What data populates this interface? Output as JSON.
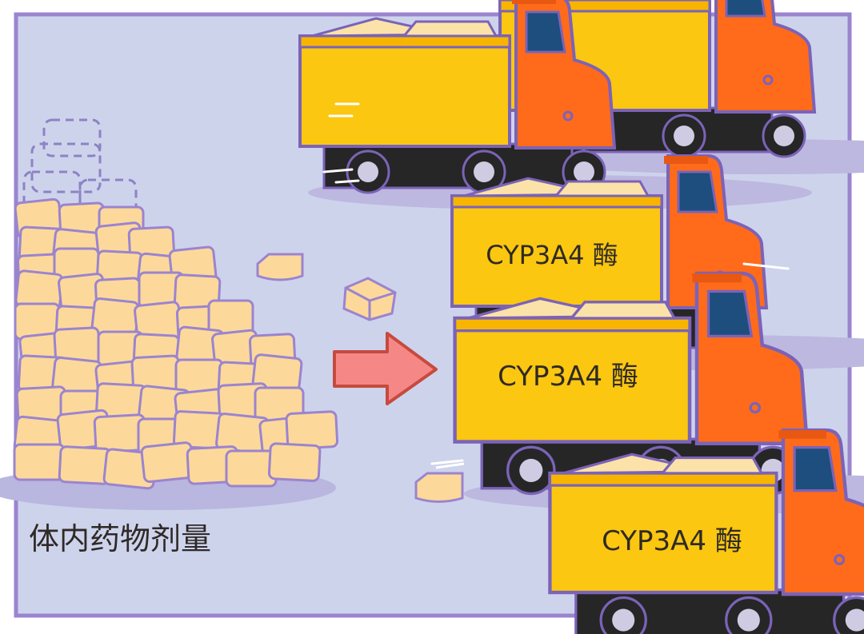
{
  "caption": "体内药物剂量",
  "truck_labels": [
    "CYP3A4 酶",
    "CYP3A4 酶",
    "CYP3A4 酶"
  ],
  "colors": {
    "background": "#ced3ec",
    "frame": "#9b84cf",
    "outline": "#7b63b8",
    "box": "#fcd99a",
    "box_shadow": "#b9b6df",
    "truck_cargo": "#fbc710",
    "truck_cab": "#ff6b1a",
    "truck_window": "#1e4e7d",
    "truck_chassis": "#262626",
    "wheel_rim": "#cfcbe3",
    "arrow": "#f58886",
    "text": "#2f2a26"
  },
  "icons": [
    "box-pile-icon",
    "arrow-right-icon",
    "truck-icon",
    "cargo-box-icon"
  ]
}
